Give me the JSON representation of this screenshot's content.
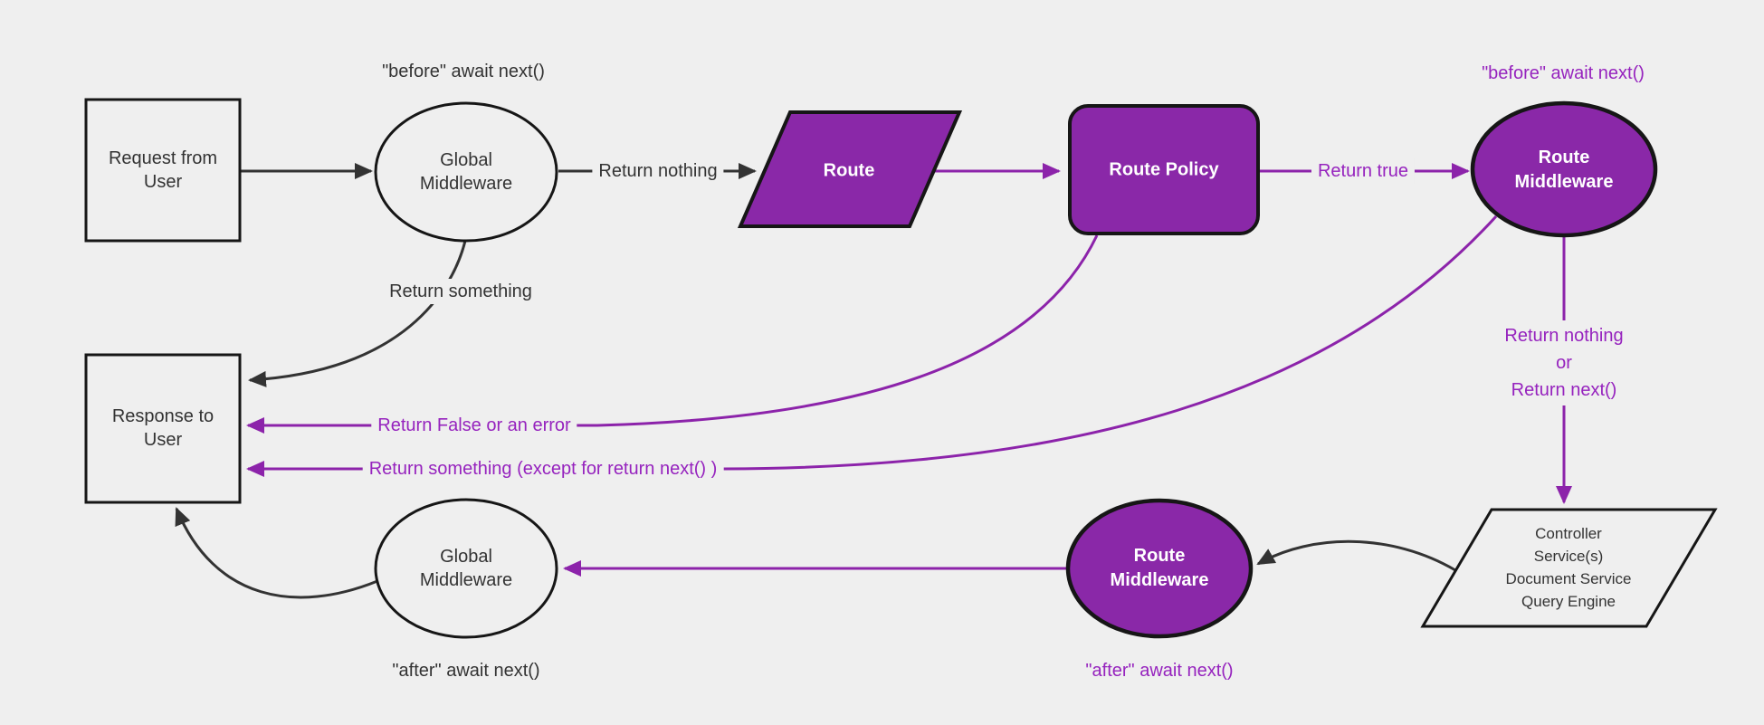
{
  "diagram": {
    "title": "Request and response lifecycle middleware flowchart",
    "colors": {
      "background": "#efefef",
      "node_border": "#161616",
      "purple_fill": "#8a28a8",
      "purple_line": "#8c23aa",
      "purple_text": "#9623be",
      "dark_line": "#333333",
      "dark_text": "#333333",
      "light_node_fill": "#efefef",
      "white_text": "#ffffff"
    },
    "nodes": {
      "request": {
        "label": "Request from\nUser",
        "shape": "rectangle"
      },
      "global_middleware_top": {
        "label": "Global\nMiddleware",
        "shape": "ellipse"
      },
      "route": {
        "label": "Route",
        "shape": "parallelogram"
      },
      "route_policy": {
        "label": "Route Policy",
        "shape": "rounded-rectangle"
      },
      "route_middleware_top": {
        "label": "Route\nMiddleware",
        "shape": "ellipse"
      },
      "controller": {
        "label": "Controller\nService(s)\nDocument Service\nQuery Engine",
        "shape": "parallelogram"
      },
      "route_middleware_bottom": {
        "label": "Route\nMiddleware",
        "shape": "ellipse"
      },
      "global_middleware_bottom": {
        "label": "Global\nMiddleware",
        "shape": "ellipse"
      },
      "response": {
        "label": "Response to\nUser",
        "shape": "rectangle"
      }
    },
    "edge_labels": {
      "before_global": "\"before\" await next()",
      "return_nothing": "Return nothing",
      "return_true": "Return true",
      "before_route": "\"before\" await next()",
      "return_nothing_or_next": "Return nothing\nor\nReturn next()",
      "return_something": "Return something",
      "return_false": "Return False or an error",
      "return_something_except": "Return something (except for return next() )",
      "after_route": "\"after\" await next()",
      "after_global": "\"after\" await next()"
    }
  }
}
